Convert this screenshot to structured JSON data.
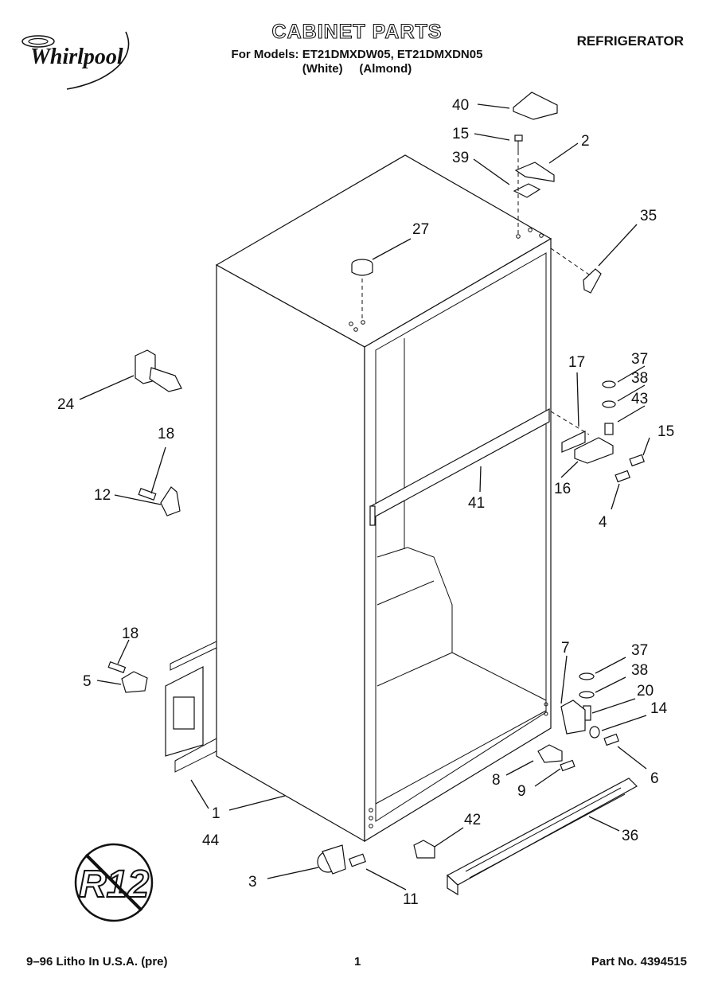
{
  "header": {
    "brand": "Whirlpool",
    "title": "CABINET PARTS",
    "models": "For Models: ET21DMXDW05, ET21DMXDN05",
    "colors": "(White)     (Almond)",
    "category": "REFRIGERATOR"
  },
  "badge": {
    "text": "R12"
  },
  "footer": {
    "litho": "9–96 Litho In U.S.A. (pre)",
    "page": "1",
    "part_no": "Part No. 4394515"
  },
  "callouts": [
    "40",
    "15",
    "2",
    "39",
    "35",
    "27",
    "24",
    "18",
    "12",
    "17",
    "37",
    "38",
    "43",
    "15",
    "16",
    "4",
    "41",
    "18",
    "5",
    "7",
    "37",
    "38",
    "20",
    "14",
    "6",
    "8",
    "9",
    "1",
    "44",
    "42",
    "36",
    "3",
    "11"
  ]
}
